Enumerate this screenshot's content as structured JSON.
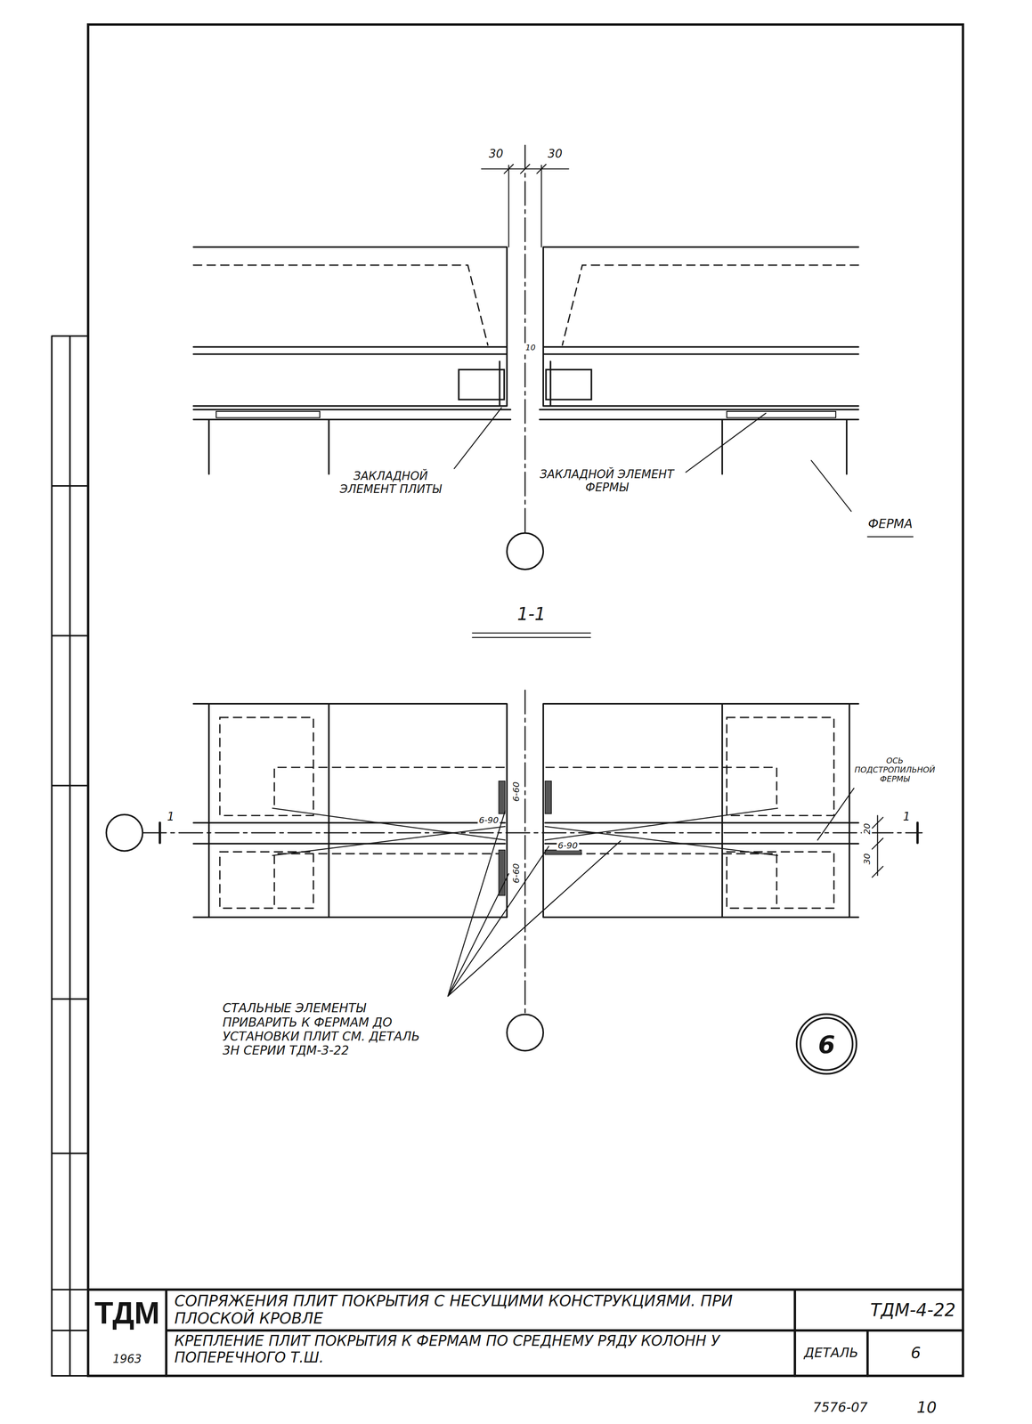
{
  "diagram": {
    "nodes": [
      {
        "text": [
          "6"
        ]
      }
    ],
    "labels": [
      "30",
      "30",
      "10",
      "ЗАКЛАДНОЙ ЭЛЕМЕНТ ПЛИТЫ",
      "ЗАКЛАДНОЙ ЭЛЕМЕНТ ФЕРМЫ",
      "ФЕРМА",
      "1-1",
      "1",
      "1",
      "6-60",
      "6-90",
      "6-60",
      "6-90",
      "20",
      "30",
      "ОСЬ ПОДСТРОПИЛЬНОЙ ФЕРМЫ",
      "СТАЛЬНЫЕ ЭЛЕМЕНТЫ ПРИВАРИТЬ К ФЕРМАМ ДО УСТАНОВКИ ПЛИТ СМ. ДЕТАЛЬ 3Н СЕРИИ ТДМ-3-22",
      "ТДМ",
      "1963",
      "СОПРЯЖЕНИЯ ПЛИТ ПОКРЫТИЯ С НЕСУЩИМИ КОНСТРУКЦИЯМИ. ПРИ ПЛОСКОЙ КРОВЛЕ",
      "ТДМ-4-22",
      "КРЕПЛЕНИЕ ПЛИТ ПОКРЫТИЯ К ФЕРМАМ ПО СРЕДНЕМУ РЯДУ КОЛОНН У ПОПЕРЕЧНОГО Т.Ш.",
      "ДЕТАЛЬ",
      "6",
      "7576-07",
      "10"
    ]
  }
}
